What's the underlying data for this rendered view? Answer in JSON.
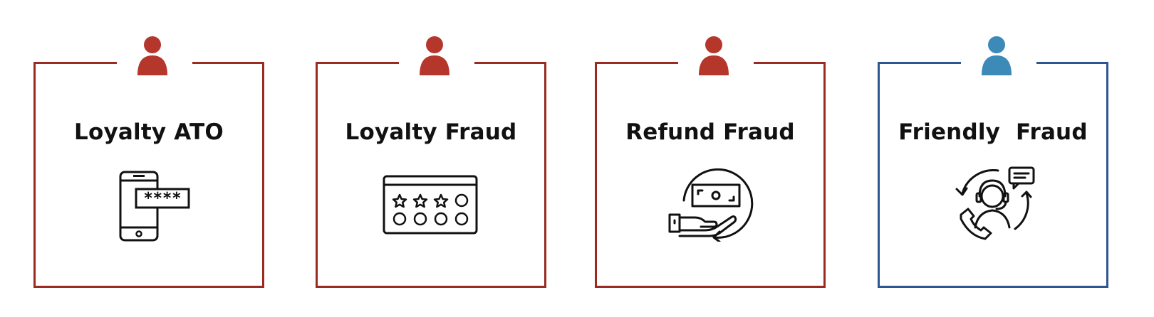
{
  "colors": {
    "red_border": "#9b2a22",
    "red_person": "#b5372c",
    "blue_border": "#2f5590",
    "blue_person": "#3c8ab8"
  },
  "cards": [
    {
      "title": "Loyalty ATO",
      "person_icon": "user-icon",
      "icon": "phone-password-icon",
      "password_mask": "****",
      "accent": "red"
    },
    {
      "title": "Loyalty Fraud",
      "person_icon": "user-icon",
      "icon": "star-rating-card-icon",
      "accent": "red"
    },
    {
      "title": "Refund Fraud",
      "person_icon": "user-icon",
      "icon": "hand-money-refund-icon",
      "accent": "red"
    },
    {
      "title": "Friendly  Fraud",
      "person_icon": "user-icon",
      "icon": "customer-support-icon",
      "accent": "blue"
    }
  ]
}
